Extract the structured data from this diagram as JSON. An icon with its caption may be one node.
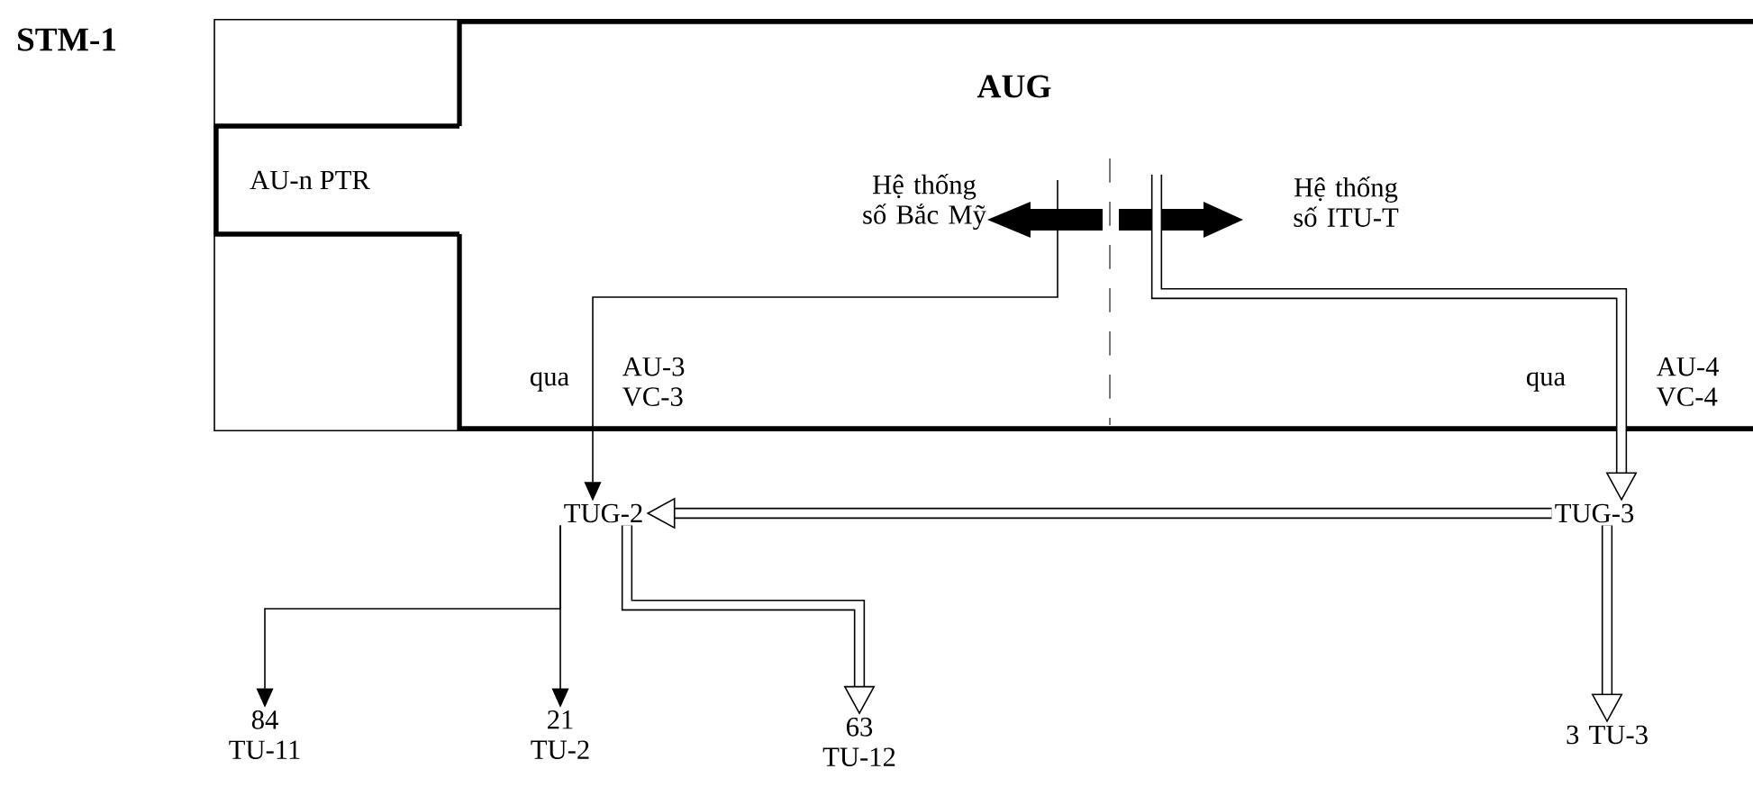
{
  "diagram": {
    "nodes": [
      {
        "text": [
          "STM-1"
        ]
      },
      {
        "text": [
          "AUG"
        ],
        "in": 0
      },
      {
        "text": [
          "AU-n PTR"
        ],
        "in": 0
      },
      {
        "text": [
          "Hệ thống số Bắc Mỹ"
        ],
        "in": 1
      },
      {
        "text": [
          "Hệ thống số ITU-T"
        ],
        "in": 1
      },
      {
        "text": [
          "TUG-2"
        ]
      },
      {
        "text": [
          "TUG-3"
        ]
      },
      {
        "text": [
          "84 TU-11"
        ]
      },
      {
        "text": [
          "21 TU-2"
        ]
      },
      {
        "text": [
          "63 TU-12"
        ]
      },
      {
        "text": [
          "3 TU-3"
        ]
      }
    ],
    "edges": [
      {
        "from": null,
        "to": 5,
        "arrow": "to",
        "label": "qua"
      },
      {
        "from": null,
        "to": 6,
        "arrow": "to",
        "label": "qua"
      },
      {
        "from": 6,
        "to": 5,
        "arrow": "to"
      },
      {
        "from": 5,
        "to": 7,
        "arrow": "to"
      },
      {
        "from": 5,
        "to": 8,
        "arrow": "to"
      },
      {
        "from": 5,
        "to": 9,
        "arrow": "to"
      },
      {
        "from": 6,
        "to": 10,
        "arrow": "to"
      }
    ],
    "labels": [
      "AU-3 VC-3",
      "AU-4 VC-4"
    ]
  }
}
